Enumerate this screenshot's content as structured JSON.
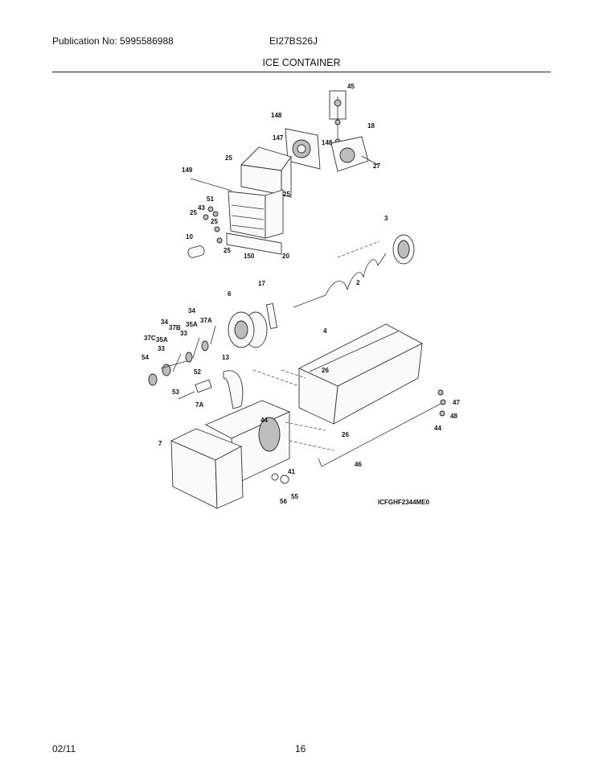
{
  "header": {
    "publication": "Publication No: 5995586988",
    "model": "EI27BS26J",
    "section_title": "ICE CONTAINER"
  },
  "footer": {
    "date": "02/11",
    "page": "16"
  },
  "diagram": {
    "code": "ICFGHF2344ME0",
    "callouts": [
      "45",
      "148",
      "147",
      "148",
      "18",
      "25",
      "27",
      "149",
      "25",
      "51",
      "43",
      "25",
      "25",
      "3",
      "10",
      "25",
      "150",
      "20",
      "17",
      "2",
      "6",
      "34",
      "34",
      "37B",
      "35A",
      "37A",
      "37C",
      "35A",
      "33",
      "33",
      "4",
      "54",
      "13",
      "52",
      "26",
      "53",
      "47",
      "48",
      "7A",
      "44",
      "44",
      "26",
      "7",
      "41",
      "46",
      "56",
      "55"
    ]
  }
}
